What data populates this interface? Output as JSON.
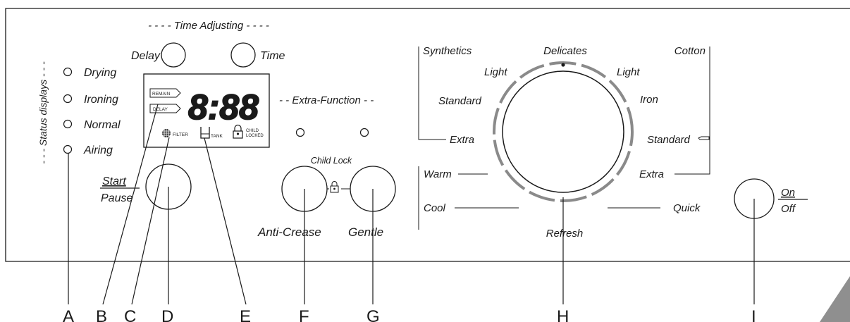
{
  "colors": {
    "ink": "#1a1a1a",
    "dial_ring": "#8a8a8a",
    "corner": "#8f8f8f",
    "background": "#ffffff"
  },
  "header": {
    "time_adjusting": "- - - -  Time Adjusting  - - - -"
  },
  "status": {
    "title": "- - - Status displays - - -",
    "items": [
      "Drying",
      "Ironing",
      "Normal",
      "Airing"
    ]
  },
  "buttons": {
    "delay": "Delay",
    "time": "Time",
    "start": "Start",
    "pause": "Pause",
    "anti_crease": "Anti-Crease",
    "gentle": "Gentle",
    "child_lock": "Child Lock",
    "on": "On",
    "off": "Off"
  },
  "display": {
    "digits": "8:88",
    "remain": "REMAIN",
    "delay": "DELAY",
    "filter": "FILTER",
    "tank": "TANK",
    "child": "CHILD",
    "locked": "LOCKED"
  },
  "extra_function": "- -  Extra-Function - -",
  "dial": {
    "synthetics": "Synthetics",
    "delicates": "Delicates",
    "cotton": "Cotton",
    "light_left": "Light",
    "light_right": "Light",
    "standard_left": "Standard",
    "iron": "Iron",
    "extra_left": "Extra",
    "standard_right": "Standard",
    "warm": "Warm",
    "extra_right": "Extra",
    "cool": "Cool",
    "quick": "Quick",
    "refresh": "Refresh"
  },
  "callouts": [
    "A",
    "B",
    "C",
    "D",
    "E",
    "F",
    "G",
    "H",
    "I"
  ]
}
